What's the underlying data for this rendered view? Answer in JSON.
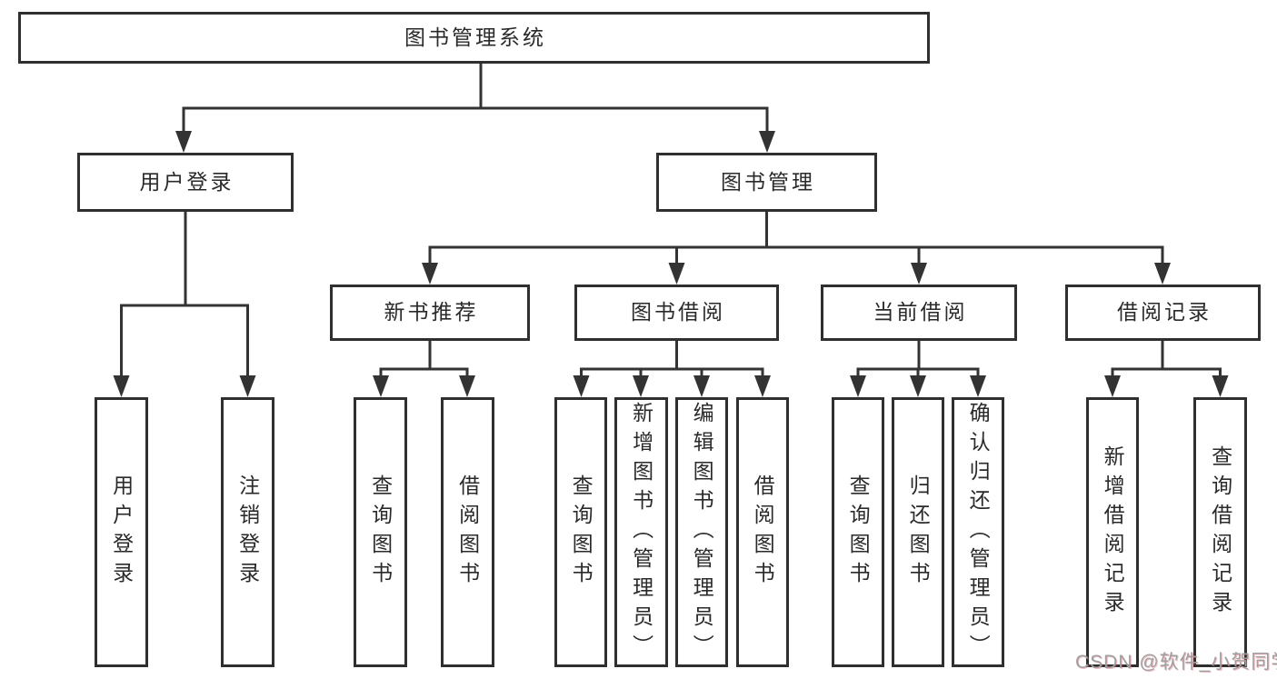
{
  "tree": {
    "root": "图书管理系统",
    "branches": [
      {
        "label": "用户登录",
        "children": [
          "用户登录",
          "注销登录"
        ]
      },
      {
        "label": "图书管理",
        "groups": [
          {
            "label": "新书推荐",
            "children": [
              "查询图书",
              "借阅图书"
            ]
          },
          {
            "label": "图书借阅",
            "children": [
              "查询图书",
              "新增图书（管理员）",
              "编辑图书（管理员）",
              "借阅图书"
            ]
          },
          {
            "label": "当前借阅",
            "children": [
              "查询图书",
              "归还图书",
              "确认归还（管理员）"
            ]
          },
          {
            "label": "借阅记录",
            "children": [
              "新增借阅记录",
              "查询借阅记录"
            ]
          }
        ]
      }
    ]
  },
  "watermark": "CSDN @软件_小贺同学",
  "colors": {
    "line": "#333333",
    "border": "#2f2f2f",
    "text": "#2a2a2a",
    "watermark": "#9f9f9f",
    "background": "#ffffff"
  }
}
